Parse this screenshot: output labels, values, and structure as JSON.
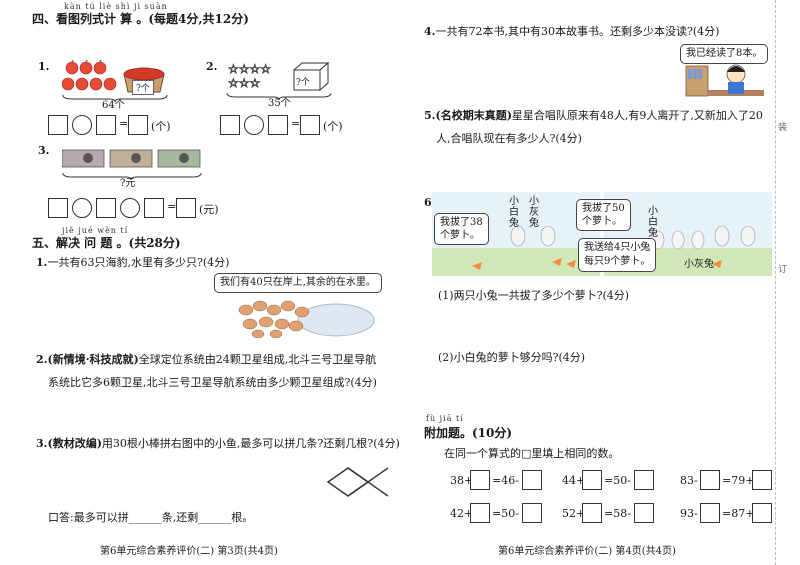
{
  "left": {
    "pinyin_kan": "kàn tú liè shì jì suàn",
    "section4_title": "四、看图列式计 算 。(每题4分,共12分)",
    "q4_1": {
      "num": "1.",
      "total": "64个",
      "bag": "?个",
      "unit": "(个)"
    },
    "q4_2": {
      "num": "2.",
      "total": "35个",
      "box": "?个",
      "unit": "(个)"
    },
    "q4_3": {
      "num": "3.",
      "total": "?元",
      "unit": "(元)"
    },
    "pinyin_jie": "jiě jué wèn tí",
    "section5_title": "五、解决 问 题 。(共28分)",
    "p1": {
      "num": "1.",
      "text": "一共有63只海豹,水里有多少只?(4分)",
      "bubble": "我们有40只在岸上,其余的在水里。"
    },
    "p2": {
      "num": "2.",
      "tag": "(新情境·科技成就)",
      "text1": "全球定位系统由24颗卫星组成,北斗三号卫星导航",
      "text2": "系统比它多6颗卫星,北斗三号卫星导航系统由多少颗卫星组成?(4分)"
    },
    "p3": {
      "num": "3.",
      "tag": "(教材改编)",
      "text": "用30根小棒拼右图中的小鱼,最多可以拼几条?还剩几根?(4分)"
    },
    "answer": "口答:最多可以拼______条,还剩______根。",
    "footer": "第6单元综合素养评价(二)   第3页(共4页)"
  },
  "right": {
    "p4": {
      "num": "4.",
      "text": "一共有72本书,其中有30本故事书。还剩多少本没读?(4分)",
      "bubble": "我已经读了8本。"
    },
    "p5": {
      "num": "5.",
      "tag": "(名校期末真题)",
      "text1": "星星合唱队原来有48人,有9人离开了,又新加入了20",
      "text2": "人,合唱队现在有多少人?(4分)"
    },
    "p6": {
      "num": "6.",
      "b1": "我拔了38",
      "b1b": "个萝卜。",
      "label1": "小白兔",
      "label2": "小灰兔",
      "b2": "我拔了50",
      "b2b": "个萝卜。",
      "b3": "我送给4只小兔",
      "b3b": "每只9个萝卜。",
      "label3": "小白兔",
      "label4": "小灰兔",
      "sub1": "(1)两只小兔一共拔了多少个萝卜?(4分)",
      "sub2": "(2)小白兔的萝卜够分吗?(4分)"
    },
    "pinyin_fu": "fù jiā tí",
    "bonus_title": "附加题。(10分)",
    "bonus_text": "在同一个算式的□里填上相同的数。",
    "eqs": [
      {
        "a": "38+",
        "b": "=46-"
      },
      {
        "a": "44+",
        "b": "=50-"
      },
      {
        "a": "83-",
        "b": "=79+"
      },
      {
        "a": "42+",
        "b": "=50-"
      },
      {
        "a": "52+",
        "b": "=58-"
      },
      {
        "a": "93-",
        "b": "=87+"
      }
    ],
    "footer": "第6单元综合素养评价(二)   第4页(共4页)",
    "side1": "装",
    "side2": "订"
  }
}
